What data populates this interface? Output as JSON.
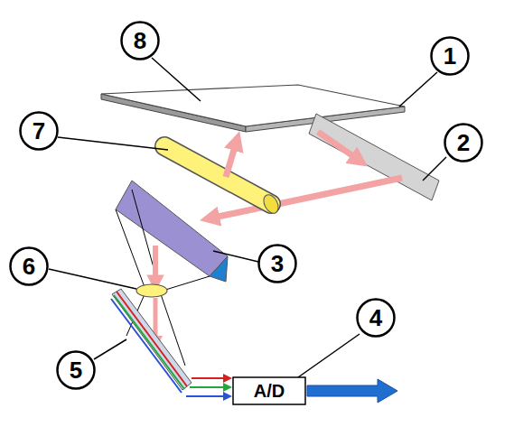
{
  "diagram": {
    "nodes": [
      {
        "text": [
          "8"
        ]
      },
      {
        "text": [
          "1"
        ]
      },
      {
        "text": [
          "7"
        ]
      },
      {
        "text": [
          "2"
        ]
      },
      {
        "text": [
          "3"
        ]
      },
      {
        "text": [
          "6"
        ]
      },
      {
        "text": [
          "4"
        ]
      },
      {
        "text": [
          "5"
        ]
      },
      {
        "text": [
          "A/D"
        ]
      }
    ]
  }
}
